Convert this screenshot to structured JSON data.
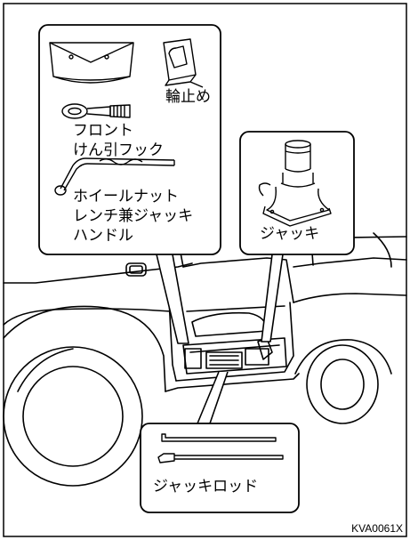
{
  "callouts": {
    "tool_kit": {
      "wheel_chock": "輪止め",
      "front_tow_hook": [
        "フロント",
        "けん引フック"
      ],
      "wheel_nut_wrench": [
        "ホイールナット",
        "レンチ兼ジャッキ",
        "ハンドル"
      ]
    },
    "jack": "ジャッキ",
    "jack_rod": "ジャッキロッド"
  },
  "figure_code": "KVA0061X"
}
